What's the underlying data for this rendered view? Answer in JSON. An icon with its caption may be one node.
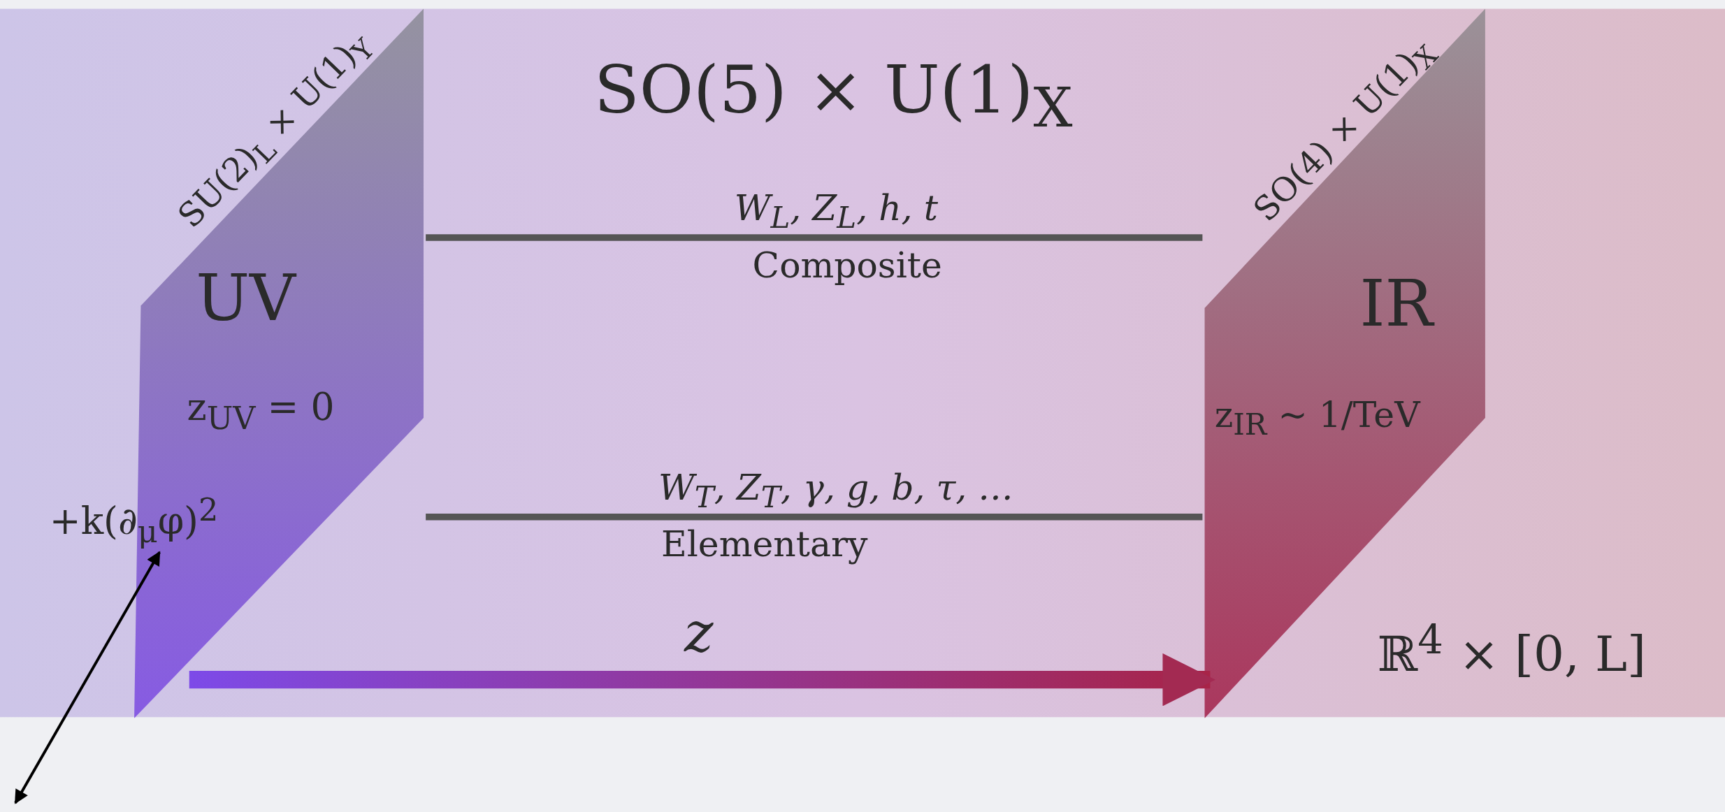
{
  "diagram": {
    "nodes": [
      {
        "text": [
          "SO(5) × U(1)$_{X}$",
          "ℝ$^{4}$ × [0, L]"
        ]
      },
      {
        "text": [
          "SU(2)$_{L}$ × U(1)$_{Y}$",
          "UV",
          "z$_{UV}$ = 0"
        ],
        "in": 0
      },
      {
        "text": [
          "SO(4) × U(1)$_{X}$",
          "IR",
          "z$_{IR}$ ~ 1/TeV"
        ],
        "in": 0
      },
      {
        "text": [
          "+k(∂$_{μ}$φ)$^{2}$"
        ],
        "in": 0
      }
    ],
    "edges": [
      {
        "from": 1,
        "to": 2,
        "arrow": "none",
        "label": "W$_{L}$, Z$_{L}$, h, t"
      },
      {
        "from": 1,
        "to": 2,
        "arrow": "none",
        "label": "W$_{T}$, Z$_{T}$, γ, g, b, τ, …"
      },
      {
        "from": 1,
        "to": 2,
        "arrow": "to",
        "label": "z"
      },
      {
        "from": 3,
        "to": null,
        "arrow": "both"
      }
    ],
    "labels": [
      "Composite",
      "Elementary"
    ]
  }
}
